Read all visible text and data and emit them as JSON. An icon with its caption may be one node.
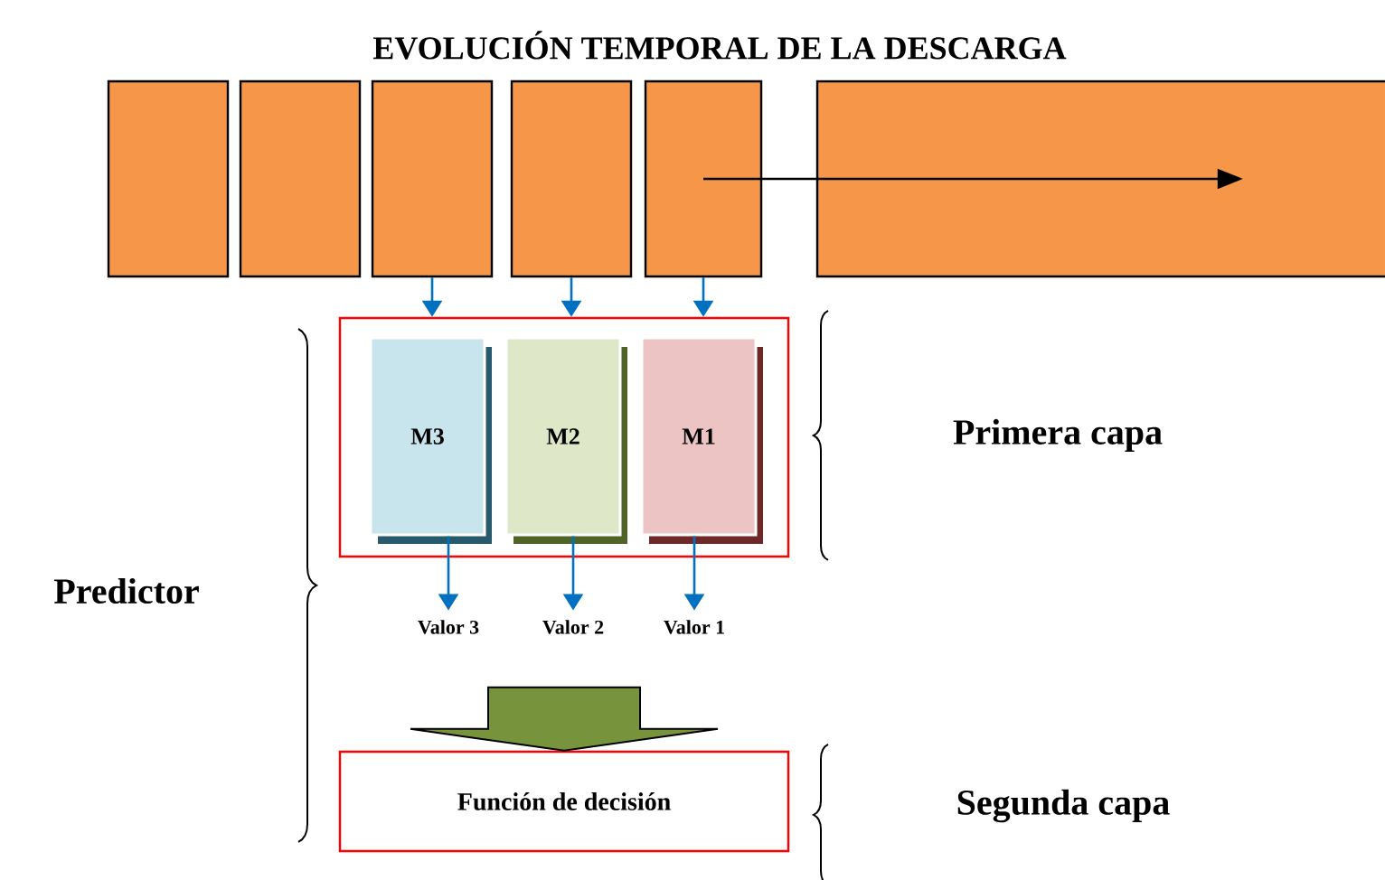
{
  "diagram": {
    "title": "EVOLUCIÓN TEMPORAL DE LA DESCARGA",
    "nodes": [
      {
        "text": [],
        "shape": "box"
      },
      {
        "text": [],
        "shape": "box"
      },
      {
        "text": [],
        "shape": "box"
      },
      {
        "text": [],
        "shape": "box"
      },
      {
        "text": [],
        "shape": "box"
      },
      {
        "text": [],
        "shape": "box"
      },
      {
        "text": [],
        "shape": "box"
      },
      {
        "text": [
          "M3"
        ],
        "in": 6
      },
      {
        "text": [
          "M2"
        ],
        "in": 6
      },
      {
        "text": [
          "M1"
        ],
        "in": 6
      },
      {
        "text": [
          "Valor 3"
        ]
      },
      {
        "text": [
          "Valor 2"
        ]
      },
      {
        "text": [
          "Valor 1"
        ]
      },
      {
        "text": [
          "Función de decisión"
        ]
      }
    ],
    "edges": [
      {
        "from": 2,
        "to": 6,
        "arrow": "to"
      },
      {
        "from": 3,
        "to": 6,
        "arrow": "to"
      },
      {
        "from": 4,
        "to": 6,
        "arrow": "to"
      },
      {
        "from": 7,
        "to": 10,
        "arrow": "to"
      },
      {
        "from": 8,
        "to": 11,
        "arrow": "to"
      },
      {
        "from": 9,
        "to": 12,
        "arrow": "to"
      },
      {
        "from": null,
        "to": 13,
        "arrow": "to",
        "color": "#77933c"
      },
      {
        "from": 4,
        "to": 5,
        "arrow": "to",
        "color": "#000000"
      }
    ],
    "labels": [
      "Primera capa",
      "Predictor",
      "Segunda capa"
    ]
  }
}
